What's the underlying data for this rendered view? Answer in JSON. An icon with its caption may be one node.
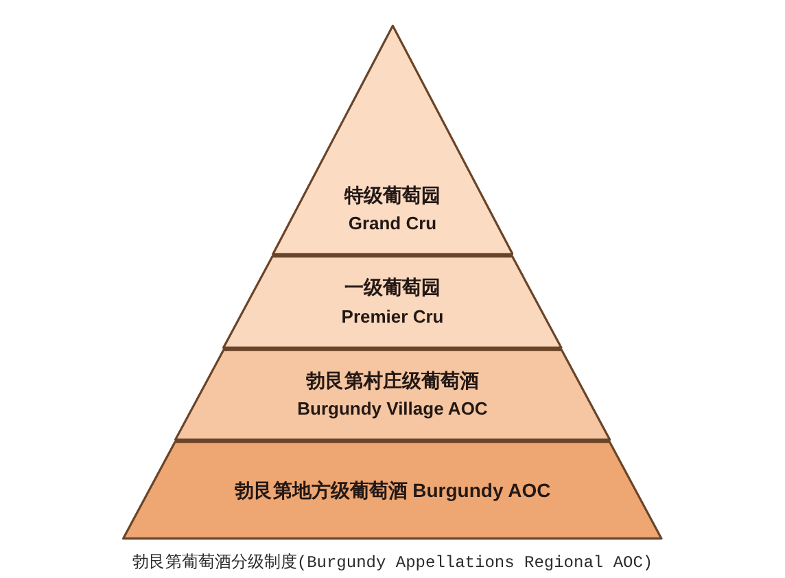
{
  "diagram": {
    "caption": "勃艮第葡萄酒分级制度(Burgundy Appellations Regional AOC)",
    "nodes": [
      {
        "text": [
          "特级葡萄园",
          "Grand Cru"
        ]
      },
      {
        "text": [
          "一级葡萄园",
          "Premier Cru"
        ]
      },
      {
        "text": [
          "勃艮第村庄级葡萄酒",
          "Burgundy Village AOC"
        ]
      },
      {
        "text": [
          "勃艮第地方级葡萄酒 Burgundy AOC"
        ]
      }
    ]
  }
}
